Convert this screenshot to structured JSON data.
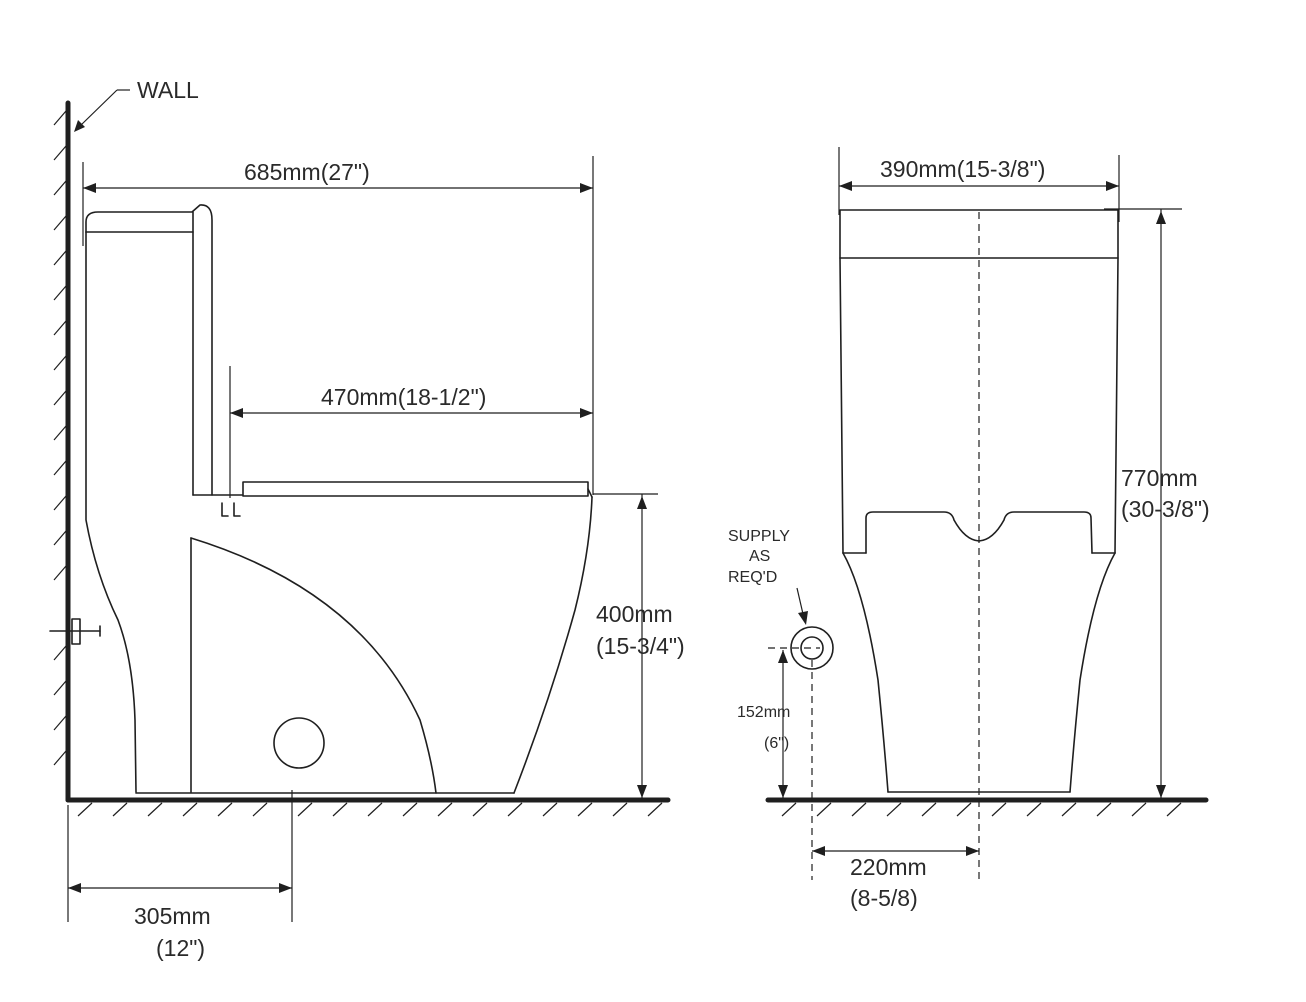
{
  "side_view": {
    "wall_label": "WALL",
    "overall_depth": "685mm(27\")",
    "seat_depth": "470mm(18-1/2\")",
    "seat_height_mm": "400mm",
    "seat_height_in": "(15-3/4\")",
    "rough_in_mm": "305mm",
    "rough_in_in": "(12\")"
  },
  "front_view": {
    "overall_width": "390mm(15-3/8\")",
    "overall_height_mm": "770mm",
    "overall_height_in": "(30-3/8\")",
    "supply_label_line1": "SUPPLY",
    "supply_label_line2": "AS",
    "supply_label_line3": "REQ'D",
    "supply_height_mm": "152mm",
    "supply_height_in": "(6\")",
    "supply_offset_mm": "220mm",
    "supply_offset_in": "(8-5/8)"
  }
}
